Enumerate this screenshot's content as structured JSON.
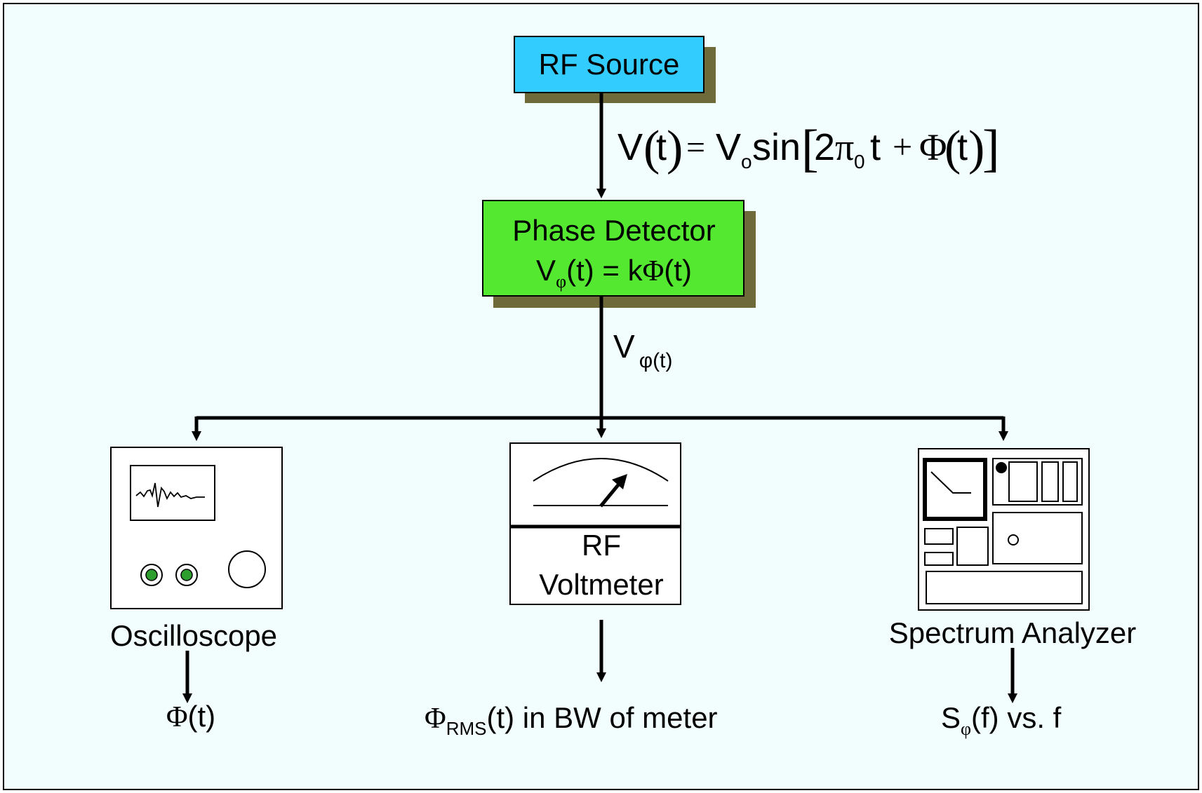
{
  "colors": {
    "background": "#f2fefe",
    "frame": "#000000",
    "rf_source_fill": "#33ccff",
    "phase_detector_fill": "#55e830",
    "shadow": "#6e6a3a",
    "scope_knob_fill": "#2e9e2e"
  },
  "rf_source": {
    "label": "RF Source"
  },
  "signal_equation": {
    "v": "V",
    "t": "t",
    "eq": "=",
    "vo": "V",
    "vo_sub": "o",
    "sin": "sin",
    "two": "2",
    "pi": "π",
    "pi_sub": "0",
    "t2": "t",
    "plus": "+",
    "phi": "Φ",
    "t3": "t"
  },
  "phase_detector": {
    "line1": "Phase Detector",
    "line2_v": "V",
    "line2_sub": "φ",
    "line2_rest_a": "(t) = k",
    "line2_phi": "Φ",
    "line2_rest_b": "(t)"
  },
  "detector_output": {
    "v": "V",
    "sub": "φ(t)"
  },
  "instruments": {
    "oscilloscope": {
      "label": "Oscilloscope",
      "result_phi": "Φ",
      "result_rest": "(t)"
    },
    "rf_voltmeter": {
      "label_line1": "RF",
      "label_line2": "Voltmeter",
      "result_phi": "Φ",
      "result_sub": "RMS",
      "result_rest": "(t) in BW of meter"
    },
    "spectrum_analyzer": {
      "label": "Spectrum Analyzer",
      "result_s": "S",
      "result_sub": "φ",
      "result_rest": "(f) vs. f"
    }
  }
}
